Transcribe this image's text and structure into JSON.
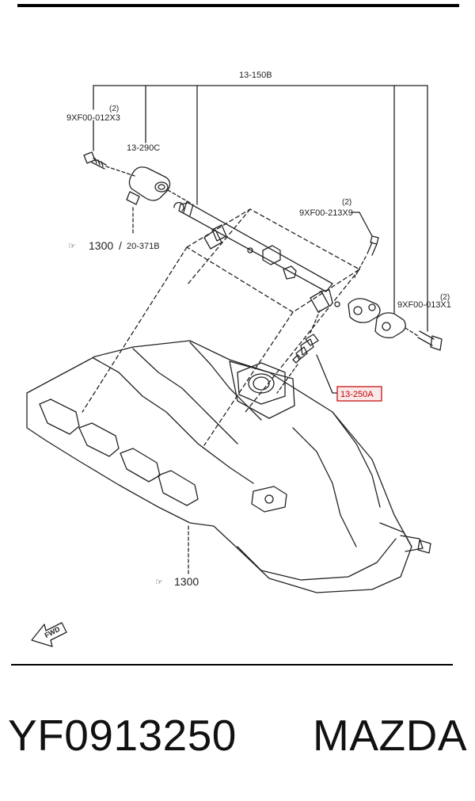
{
  "callouts": {
    "fuel_rail": "13-150B",
    "bolt_left_qty": "(2)",
    "bolt_left_part": "9XF00-012X3",
    "pressure_regulator": "13-290C",
    "ref_upper_num": "1300",
    "ref_upper_sep": "/",
    "ref_upper_alt": "20-371B",
    "bolt_mid_qty": "(2)",
    "bolt_mid_part": "9XF00-213X9",
    "bolt_right_qty": "(2)",
    "bolt_right_part": "9XF00-013X1",
    "injector": "13-250A",
    "ref_lower_num": "1300",
    "fwd": "FWD"
  },
  "footer": {
    "part_number": "YF0913250",
    "brand": "MAZDA"
  },
  "colors": {
    "highlight": "#c00000",
    "line": "#222222"
  }
}
